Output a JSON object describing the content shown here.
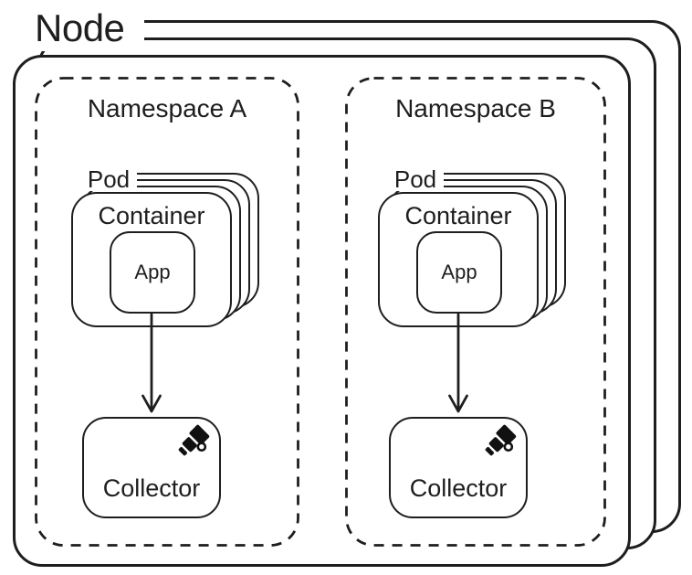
{
  "colors": {
    "line": "#1e1e1e",
    "background": "#ffffff"
  },
  "node": {
    "label": "Node",
    "stack_count": 3
  },
  "namespaces": [
    {
      "label": "Namespace A",
      "pod": {
        "label": "Pod",
        "stack_count": 4,
        "container": {
          "label": "Container",
          "app": {
            "label": "App"
          }
        }
      },
      "arrow": "app-to-collector",
      "collector": {
        "label": "Collector",
        "icon": "telescope-icon"
      }
    },
    {
      "label": "Namespace B",
      "pod": {
        "label": "Pod",
        "stack_count": 4,
        "container": {
          "label": "Container",
          "app": {
            "label": "App"
          }
        }
      },
      "arrow": "app-to-collector",
      "collector": {
        "label": "Collector",
        "icon": "telescope-icon"
      }
    }
  ]
}
